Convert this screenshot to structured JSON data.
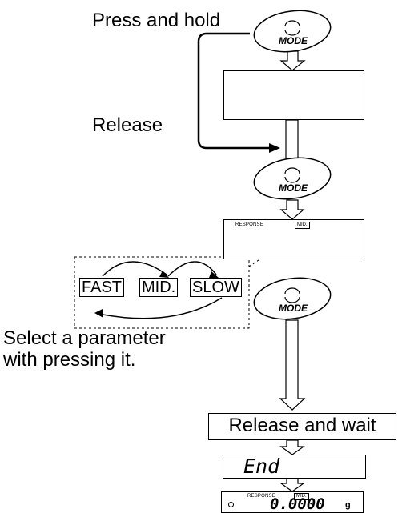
{
  "labels": {
    "press_and_hold": "Press and hold",
    "release": "Release",
    "select_parameter_line1": "Select a parameter",
    "select_parameter_line2": "with pressing it.",
    "release_and_wait": "Release and wait"
  },
  "mode_key": {
    "label": "MODE",
    "icon": "rotate-arrows-icon"
  },
  "response_panel": {
    "caption": "RESPONSE",
    "current_value": "MID."
  },
  "parameter_options": [
    "FAST",
    "MID.",
    "SLOW"
  ],
  "end_display": {
    "text": "End"
  },
  "final_display": {
    "caption": "RESPONSE",
    "tag": "MID.",
    "value": "0.0000",
    "unit": "g"
  }
}
